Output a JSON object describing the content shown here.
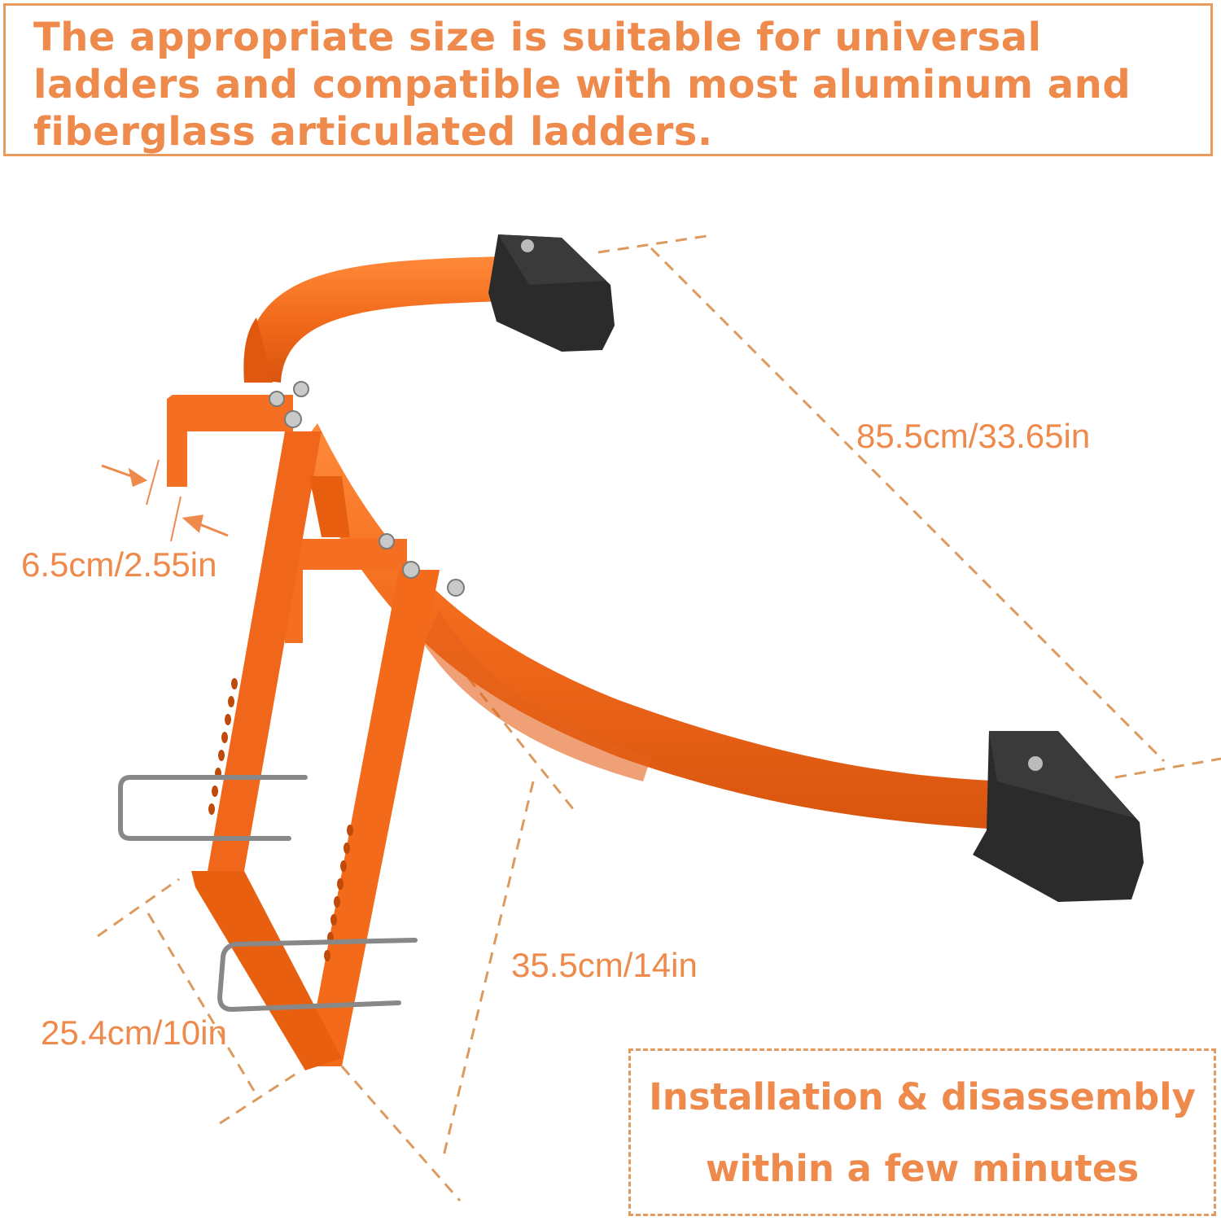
{
  "header": {
    "description": "The appropriate size is suitable for universal ladders and compatible with most aluminum and fiberglass articulated ladders."
  },
  "dimensions": {
    "span": "85.5cm/33.65in",
    "hook_depth": "6.5cm/2.55in",
    "height": "35.5cm/14in",
    "width": "25.4cm/10in"
  },
  "feature": {
    "line1": "Installation & disassembly",
    "line2": "within a few minutes"
  },
  "colors": {
    "accent": "#ee8a4c",
    "frame": "#f36a1b",
    "pad": "#2b2b2b"
  }
}
